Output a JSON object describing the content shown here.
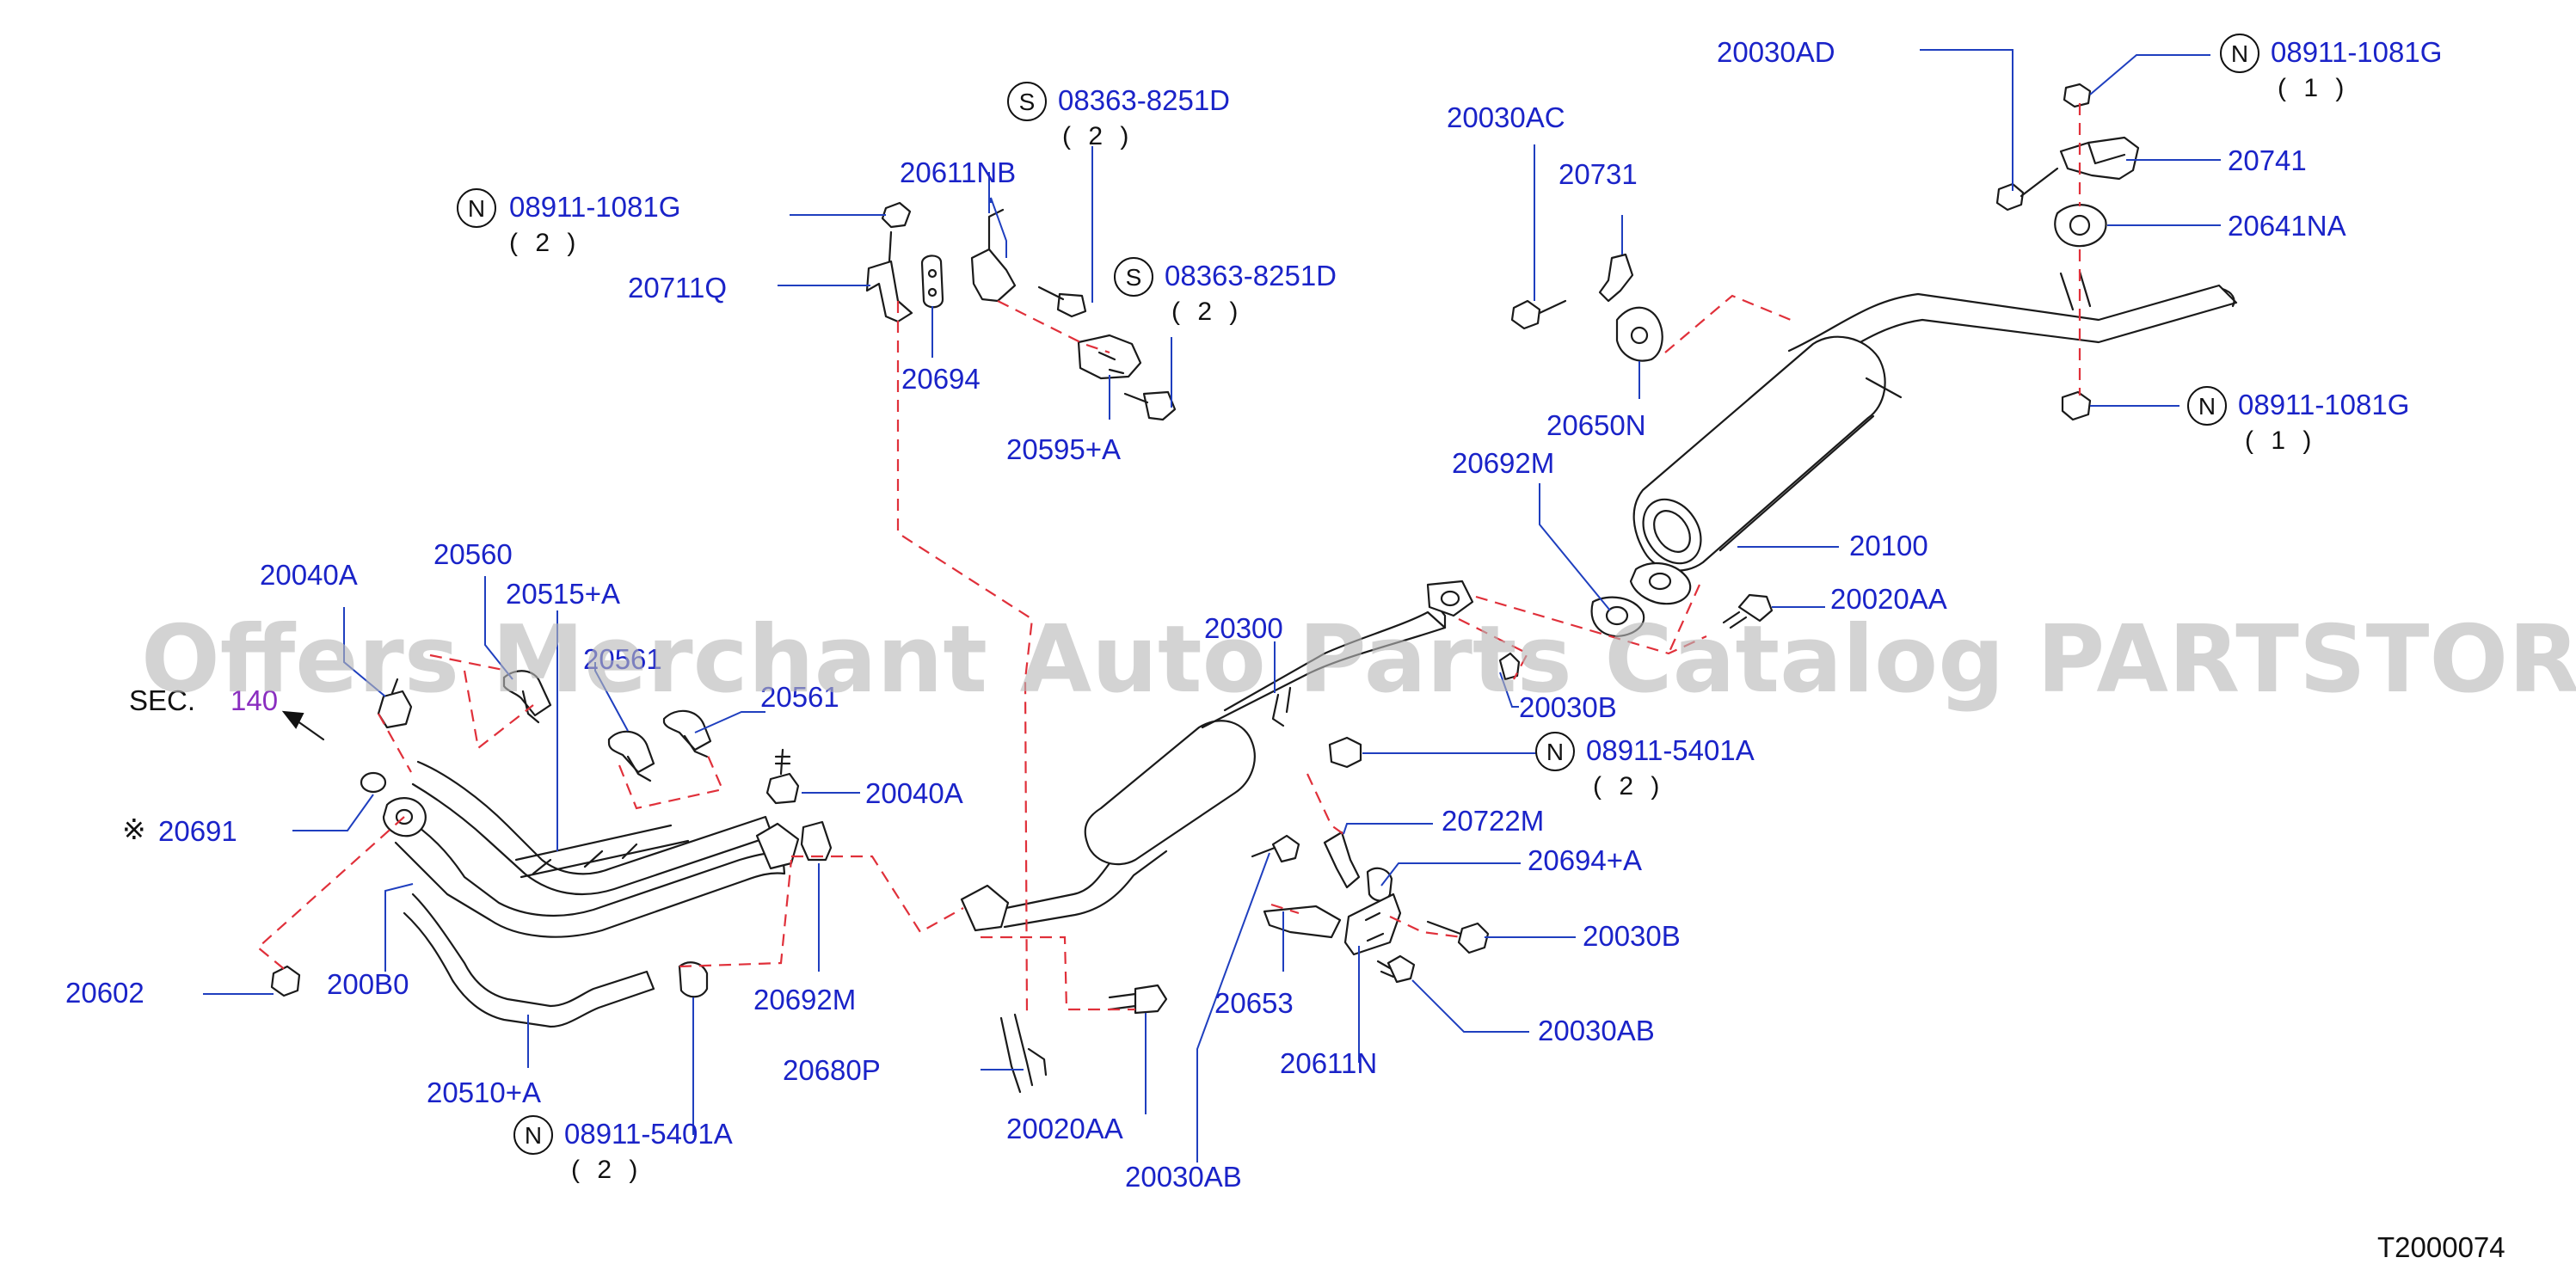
{
  "sec_ref": {
    "prefix": "SEC.",
    "number": "140"
  },
  "callouts": {
    "c_08363_a": {
      "symbol": "S",
      "code": "08363-8251D",
      "qty": "( 2 )"
    },
    "c_08363_b": {
      "symbol": "S",
      "code": "08363-8251D",
      "qty": "( 2 )"
    },
    "c_08911_left": {
      "symbol": "N",
      "code": "08911-1081G",
      "qty": "( 2 )"
    },
    "c_08911_top": {
      "symbol": "N",
      "code": "08911-1081G",
      "qty": "( 1 )"
    },
    "c_08911_right": {
      "symbol": "N",
      "code": "08911-1081G",
      "qty": "( 1 )"
    },
    "c_08911_5401_mid": {
      "symbol": "N",
      "code": "08911-5401A",
      "qty": "( 2 )"
    },
    "c_08911_5401_bottom": {
      "symbol": "N",
      "code": "08911-5401A",
      "qty": "( 2 )"
    }
  },
  "labels": {
    "p20611NB": "20611NB",
    "p20711Q": "20711Q",
    "p20694": "20694",
    "p20595A": "20595+A",
    "p20030AC": "20030AC",
    "p20731": "20731",
    "p20650N": "20650N",
    "p20030AD": "20030AD",
    "p20741": "20741",
    "p20641NA": "20641NA",
    "p20692M_top": "20692M",
    "p20100": "20100",
    "p20020AA_right": "20020AA",
    "p20040A_left": "20040A",
    "p20560": "20560",
    "p20515A": "20515+A",
    "p20561_a": "20561",
    "p20561_b": "20561",
    "p20300": "20300",
    "p20030B_top": "20030B",
    "p20040A_mid": "20040A",
    "p20691": "20691",
    "p20722M": "20722M",
    "p20694A": "20694+A",
    "p20030B": "20030B",
    "p20602": "20602",
    "p200B0": "200B0",
    "p20692M_bottom": "20692M",
    "p20653": "20653",
    "p20030AB_right": "20030AB",
    "p20611N": "20611N",
    "p20680P": "20680P",
    "p20510A": "20510+A",
    "p20020AA_bottom": "20020AA",
    "p20030AB_bottom": "20030AB"
  },
  "note_mark": "※",
  "watermark": "Offers Merchant Auto Parts Catalog PARTSTORE.SA",
  "diagram_code": "T2000074",
  "colors": {
    "label": "#1a23c8",
    "leader": "#1f3fbf",
    "dashed_guide": "#e0303a",
    "sec_number": "#8a2ec0",
    "watermark": "#b8b8b8"
  }
}
